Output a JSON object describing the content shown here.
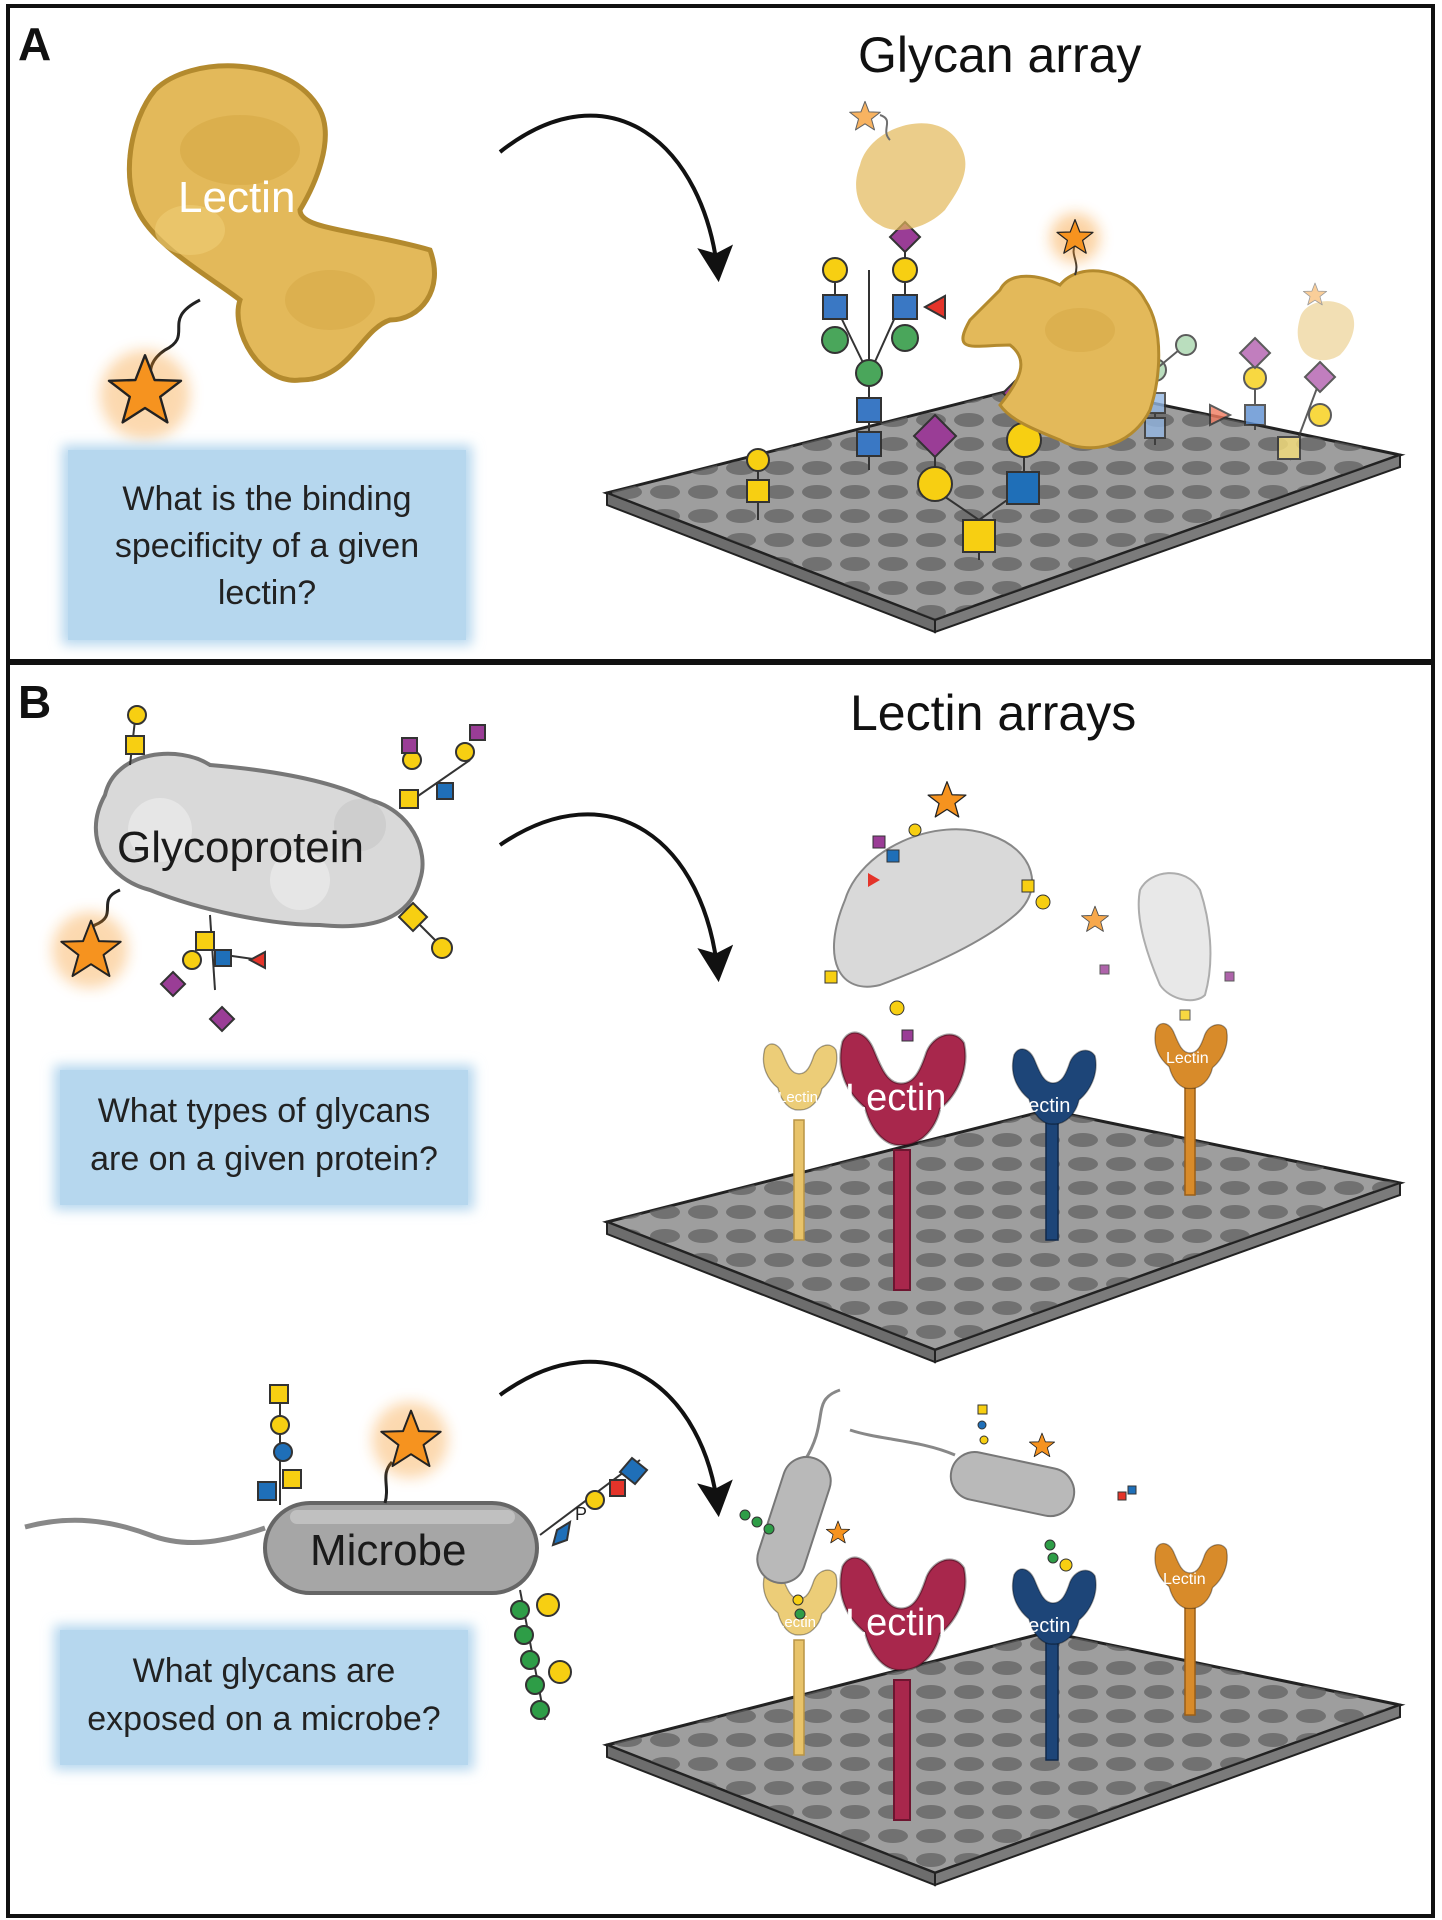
{
  "panel_a": {
    "letter": "A",
    "title": "Glycan array",
    "protein_label": "Lectin",
    "question_lines": [
      "What is the binding",
      "specificity of a given",
      "lectin?"
    ]
  },
  "panel_b": {
    "letter": "B",
    "title": "Lectin arrays",
    "glycoprotein_label": "Glycoprotein",
    "question1_lines": [
      "What types of glycans",
      "are on a given protein?"
    ],
    "microbe_label": "Microbe",
    "question2_lines": [
      "What glycans are",
      "exposed on a microbe?"
    ],
    "lectin_label": "Lectin",
    "phosphate_label": "P"
  },
  "colors": {
    "lectin_gold": "#e3b95a",
    "lectin_crimson": "#a8274c",
    "lectin_navy": "#1d4578",
    "lectin_orange": "#d88b2a",
    "star_orange": "#f6931f",
    "question_box": "#b6d7ee",
    "glycoprotein_gray": "#d9d9d9",
    "microbe_gray": "#a6a6a6",
    "slide_gray": "#8f8f8f",
    "glycan_blue": "#1f6fb8",
    "glycan_yellow": "#f7cf12",
    "glycan_green": "#2e9d47",
    "glycan_purple": "#9a3d96",
    "glycan_red": "#e4342a"
  },
  "icons": [
    "lectin-blob-icon",
    "fluorescent-star-icon",
    "glycan-array-slide-icon",
    "glycoprotein-blob-icon",
    "microbe-rod-icon",
    "binding-arrow-icon"
  ]
}
